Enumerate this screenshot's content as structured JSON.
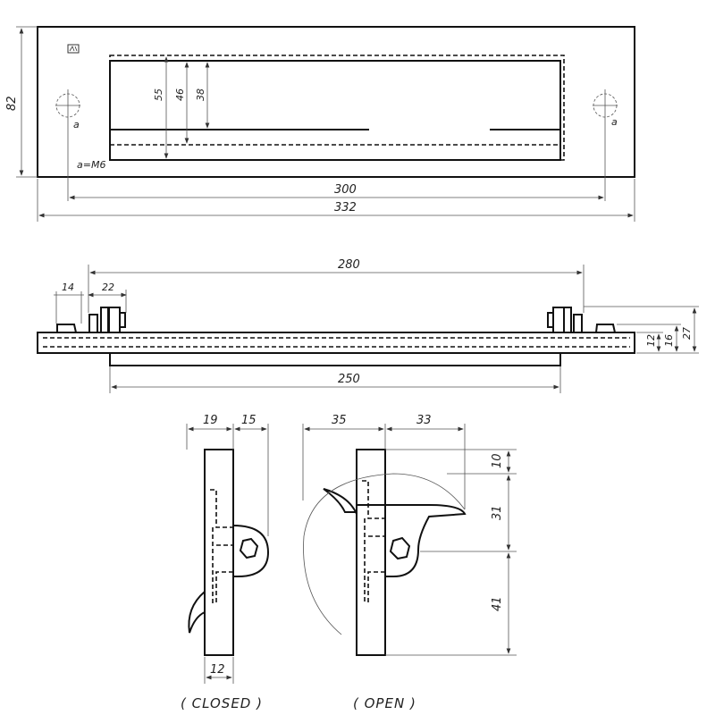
{
  "front_view": {
    "dims": {
      "height_total": "82",
      "hole_spacing": "300",
      "width_total": "332",
      "opening_outer": "55",
      "opening_mid": "46",
      "opening_inner": "38"
    },
    "hole_label": "a",
    "thread_note": "a=M6"
  },
  "top_view": {
    "dims": {
      "span": "280",
      "left_offset": "14",
      "bracket_width": "22",
      "flap_width": "250",
      "h_12": "12",
      "h_16": "16",
      "h_27": "27"
    }
  },
  "section_closed": {
    "dims": {
      "d19": "19",
      "d15": "15",
      "d12": "12"
    },
    "caption": "( CLOSED )"
  },
  "section_open": {
    "dims": {
      "d35": "35",
      "d33": "33",
      "d10": "10",
      "d31": "31",
      "d41": "41"
    },
    "caption": "( OPEN )"
  },
  "colors": {
    "line": "#1a1a1a",
    "dim_line": "#555555",
    "background": "#ffffff"
  }
}
